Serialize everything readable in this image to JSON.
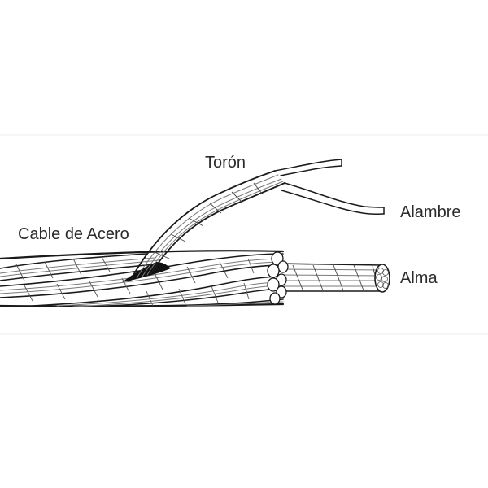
{
  "labels": {
    "cable": "Cable de Acero",
    "toron": "Torón",
    "alambre": "Alambre",
    "alma": "Alma"
  }
}
